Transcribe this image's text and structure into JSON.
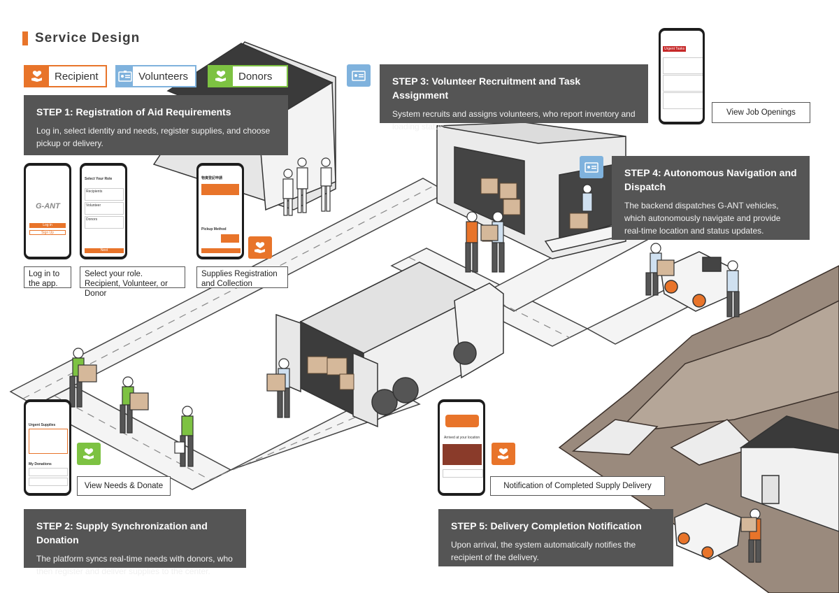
{
  "title": "Service Design",
  "roles": [
    {
      "label": "Recipient",
      "color": "#e8742a",
      "icon": "hand-heart-icon"
    },
    {
      "label": "Volunteers",
      "color": "#7fb2dd",
      "icon": "id-card-icon"
    },
    {
      "label": "Donors",
      "color": "#7dc242",
      "icon": "hand-heart-icon"
    }
  ],
  "steps": {
    "s1": {
      "title": "STEP 1: Registration of Aid Requirements",
      "text": "Log in, select identity and needs, register supplies, and choose pickup or delivery."
    },
    "s2": {
      "title": "STEP 2: Supply Synchronization and Donation",
      "text": "The platform syncs real-time needs with donors, who then register and deliver supplies to the center."
    },
    "s3": {
      "title": "STEP 3: Volunteer Recruitment and Task Assignment",
      "text": "System recruits and assigns volunteers, who report inventory and loading status."
    },
    "s4": {
      "title": "STEP 4: Autonomous Navigation and Dispatch",
      "text": "The backend dispatches G-ANT vehicles, which autonomously navigate and provide real-time location and status updates."
    },
    "s5": {
      "title": "STEP 5: Delivery Completion Notification",
      "text": "Upon arrival, the system automatically notifies the recipient of the delivery."
    }
  },
  "captions": {
    "login": "Log in to the app.",
    "role": "Select your role. Recipient, Volunteer, or Donor",
    "supplies": "Supplies Registration and Collection",
    "jobs": "View Job Openings",
    "donate": "View Needs & Donate",
    "notify": "Notification of Completed Supply Delivery"
  },
  "phones": {
    "brand": "G-ANT",
    "login_btn": "Log in",
    "signup_btn": "Sign Up",
    "role_title": "Select Your Role",
    "role_items": [
      "Recipients",
      "Volunteer",
      "Donors"
    ],
    "next": "Next",
    "supplies_title": "物資登記申請",
    "pickup": "Pickup Method",
    "urgent": "Urgent Supplies",
    "my_donations": "My Donations",
    "arrived": "Arrived at your location",
    "urgent_tasks": "Urgent Tasks"
  },
  "colors": {
    "orange": "#e8742a",
    "blue": "#7fb2dd",
    "green": "#7dc242",
    "panel": "#555555"
  }
}
